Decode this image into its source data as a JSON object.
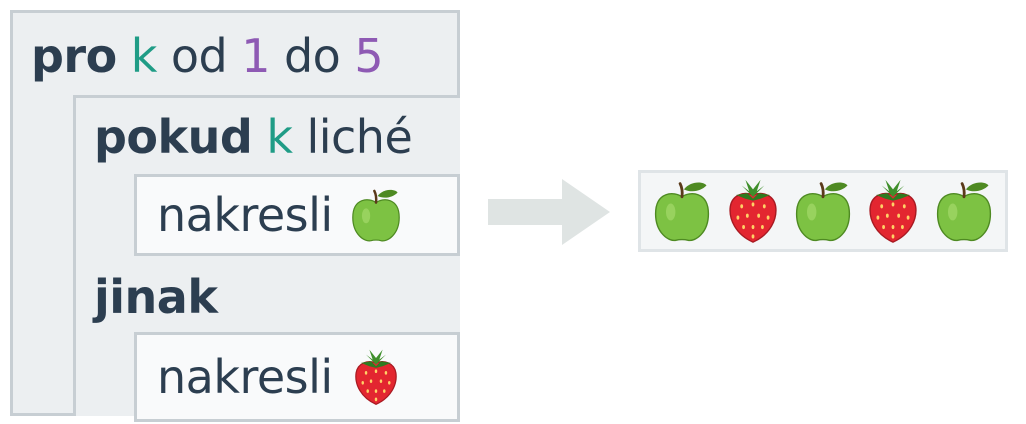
{
  "code": {
    "loop": {
      "keyword": "pro",
      "var": "k",
      "from_word": "od",
      "from": "1",
      "to_word": "do",
      "to": "5"
    },
    "if": {
      "keyword": "pokud",
      "var": "k",
      "cond": "liché"
    },
    "then_command": {
      "label": "nakresli",
      "fruit": "apple-icon"
    },
    "else": {
      "keyword": "jinak"
    },
    "else_command": {
      "label": "nakresli",
      "fruit": "strawberry-icon"
    }
  },
  "output": {
    "sequence": [
      "apple",
      "strawberry",
      "apple",
      "strawberry",
      "apple"
    ]
  },
  "colors": {
    "variable": "#1f9c86",
    "number": "#8e5ab4",
    "text": "#2c3e50",
    "block_bg": "#eceff1",
    "block_border": "#c7ced3",
    "arrow": "#dfe4e3"
  }
}
